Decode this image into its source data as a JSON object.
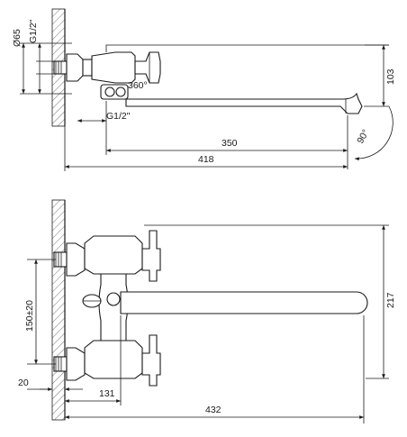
{
  "top_view": {
    "dim_d65": "Ø65",
    "dim_thread_vertical": "G1/2\"",
    "dim_rotation": "360°",
    "dim_thread_horizontal": "G1/2\"",
    "dim_350": "350",
    "dim_418": "418",
    "dim_103": "103",
    "dim_90deg": "90°"
  },
  "front_view": {
    "dim_150": "150±20",
    "dim_217": "217",
    "dim_20": "20",
    "dim_131": "131",
    "dim_432": "432"
  }
}
